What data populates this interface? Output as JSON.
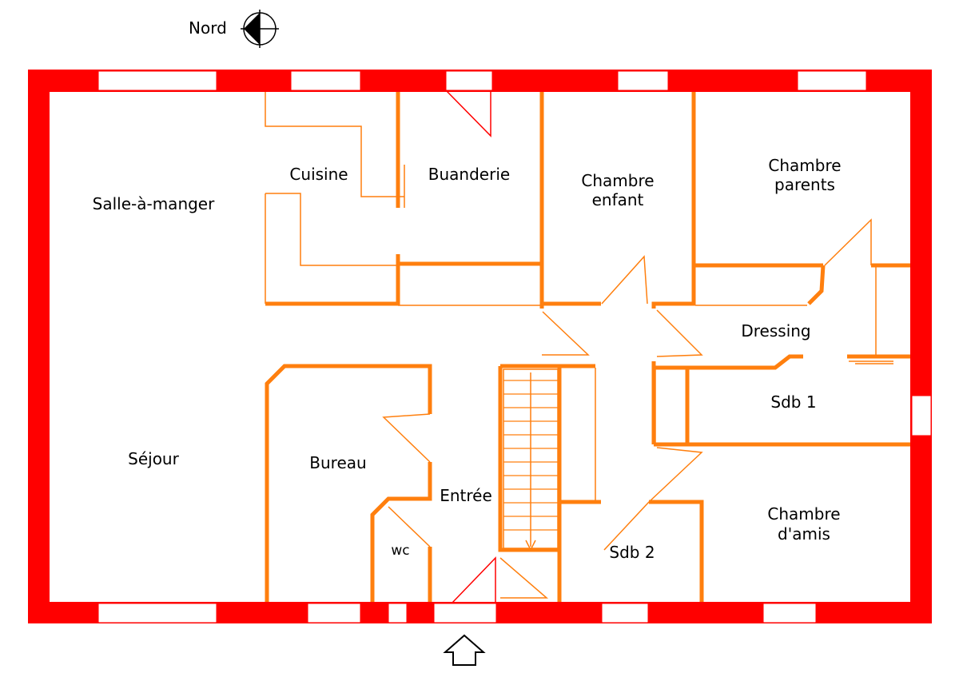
{
  "compass": {
    "label": "Nord",
    "icon": "north-compass-icon"
  },
  "rooms": {
    "salle_a_manger": "Salle-à-manger",
    "cuisine": "Cuisine",
    "buanderie": "Buanderie",
    "chambre_enfant": [
      "Chambre",
      "enfant"
    ],
    "chambre_parents": [
      "Chambre",
      "parents"
    ],
    "dressing": "Dressing",
    "sdb1": "Sdb 1",
    "sejour": "Séjour",
    "bureau": "Bureau",
    "entree": "Entrée",
    "wc": "wc",
    "sdb2": "Sdb 2",
    "chambre_amis": [
      "Chambre",
      "d'amis"
    ]
  },
  "entrance": {
    "icon": "entrance-arrow-icon"
  },
  "colors": {
    "exterior_wall": "#ff0000",
    "interior_wall": "#ff7f0e",
    "window": "#ffffff",
    "text": "#000000"
  }
}
